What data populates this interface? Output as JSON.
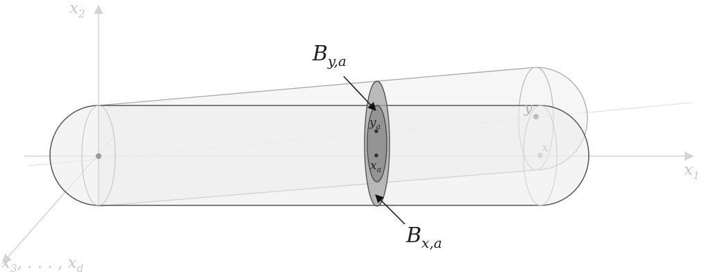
{
  "axes": {
    "x1": {
      "base": "x",
      "sub": "1"
    },
    "x2": {
      "base": "x",
      "sub": "2"
    },
    "x3": {
      "base": "x",
      "sub": "3",
      "rest": ", . . . , ",
      "base2": "x",
      "sub2": "d"
    }
  },
  "points": {
    "y": "y",
    "x": "x",
    "ya": {
      "base": "y",
      "sub": "a"
    },
    "xa": {
      "base": "x",
      "sub": "a"
    }
  },
  "balls": {
    "Bya": {
      "base": "B",
      "sub": "y,a"
    },
    "Bxa": {
      "base": "B",
      "sub": "x,a"
    }
  },
  "colors": {
    "axis": "#d4d4d4",
    "tube_fill": "#eeeeee",
    "outline_dark": "#555555",
    "outline_light": "#a9a9a9",
    "ball_outer": "#9a9a9a",
    "ball_inner": "#7c7c7c",
    "label": "#222222",
    "axis_label": "#c8c8c8"
  }
}
